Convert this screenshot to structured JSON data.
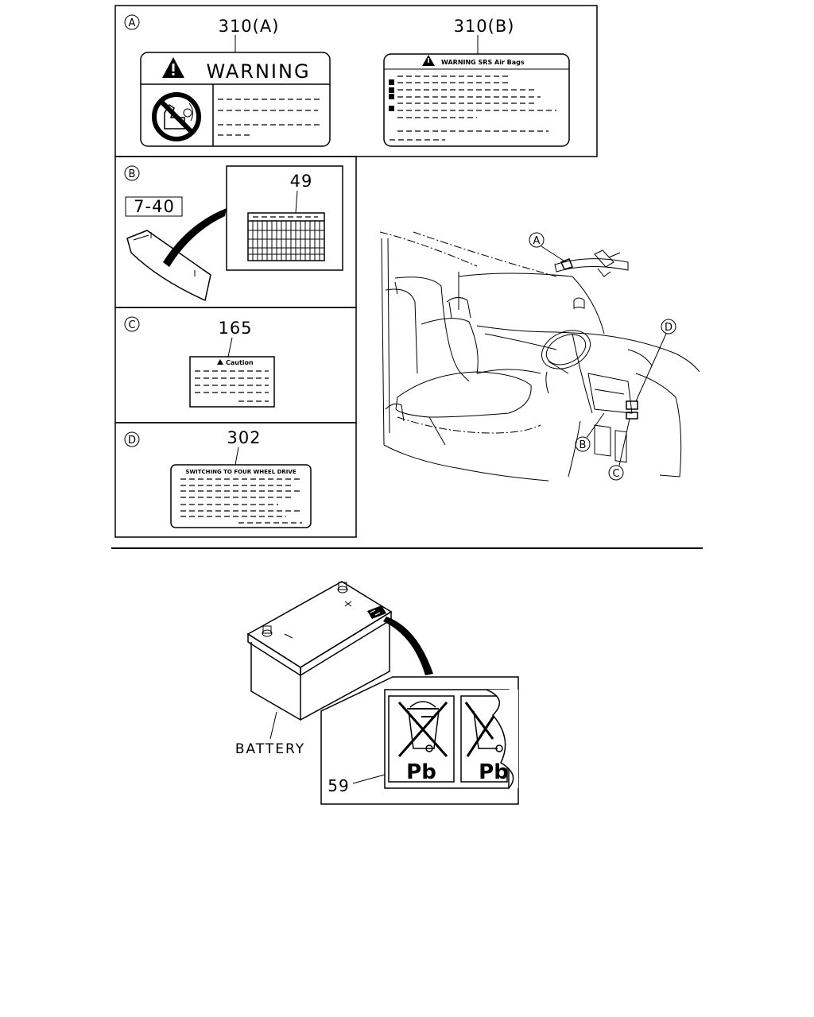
{
  "panels": {
    "A": {
      "letter": "A",
      "labels": [
        {
          "part": "310(A)",
          "heading": "WARNING"
        },
        {
          "part": "310(B)",
          "heading": "WARNING SRS Air Bags"
        }
      ]
    },
    "B": {
      "letter": "B",
      "reference": "7-40",
      "part": "49"
    },
    "C": {
      "letter": "C",
      "part": "165",
      "heading": "Caution"
    },
    "D": {
      "letter": "D",
      "part": "302",
      "heading": "SWITCHING TO FOUR WHEEL DRIVE"
    }
  },
  "cab_callouts": [
    "A",
    "B",
    "C",
    "D"
  ],
  "battery": {
    "name": "BATTERY",
    "part": "59",
    "symbol_text": "Pb"
  }
}
